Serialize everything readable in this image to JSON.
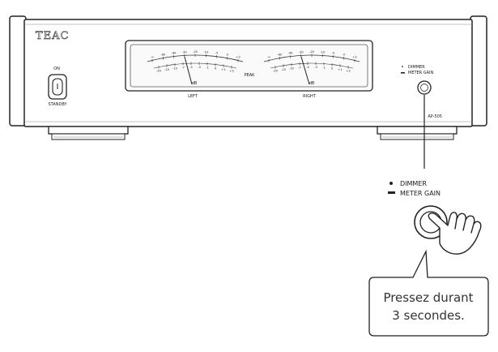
{
  "device": {
    "brand": "TEAC",
    "model": "AP-505",
    "power": {
      "on_label": "ON",
      "standby_label": "STANDBY"
    },
    "meters": {
      "left_label": "LEFT",
      "right_label": "RIGHT",
      "peak_label": "PEAK",
      "unit": "dB",
      "scale_top": [
        "-∞",
        "-60",
        "-40",
        "-30",
        "-20",
        "-10",
        "-5",
        "0",
        "+3"
      ],
      "scale_bottom": [
        "-20",
        "-15",
        "-10",
        "-7",
        "-5",
        "-3",
        "-1",
        "0",
        "+1",
        "+3"
      ]
    },
    "small_button": {
      "line1": "DIMMER",
      "line2": "METER GAIN"
    }
  },
  "callout": {
    "button_line1": "DIMMER",
    "button_line2": "METER GAIN",
    "text_line1": "Pressez durant",
    "text_line2": "3 secondes."
  },
  "icons": [
    "power-switch-icon",
    "hand-pointer-icon",
    "button-circle-icon"
  ]
}
